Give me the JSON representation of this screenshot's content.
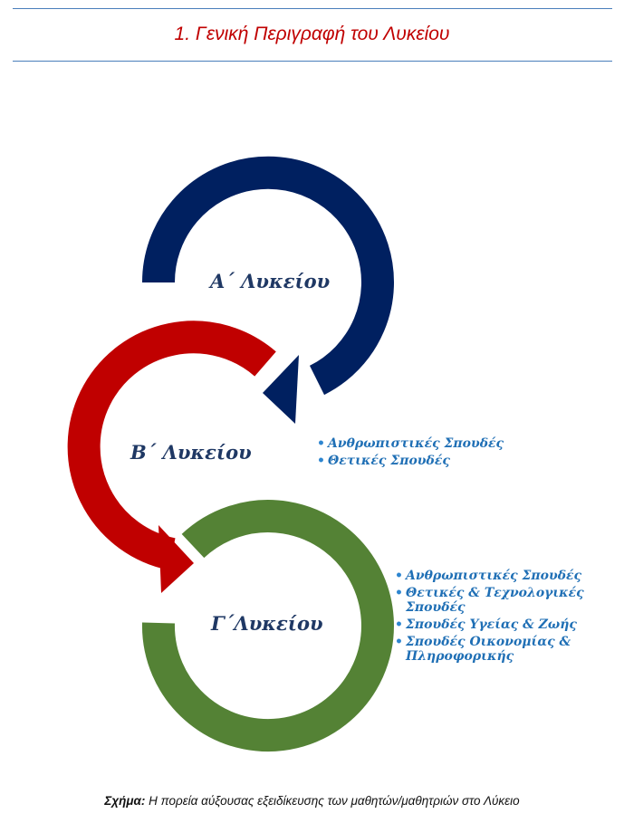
{
  "header": {
    "title": "1. Γενική Περιγραφή του Λυκείου"
  },
  "diagram": {
    "stages": [
      {
        "label": "Α΄ Λυκείου",
        "color": "#002060",
        "options": []
      },
      {
        "label": "Β΄ Λυκείου",
        "color": "#c00000",
        "options": [
          "Ανθρωπιστικές Σπουδές",
          "Θετικές Σπουδές"
        ]
      },
      {
        "label": "Γ΄Λυκείου",
        "color": "#548235",
        "options": [
          "Ανθρωπιστικές Σπουδές",
          "Θετικές & Τεχνολογικές Σπουδές",
          "Σπουδές Υγείας & Ζωής",
          "Σπουδές Οικονομίας & Πληροφορικής"
        ]
      }
    ],
    "text_color": "#1f3864",
    "option_color": "#1f6fb5"
  },
  "caption": {
    "label": "Σχήμα:",
    "text": " Η πορεία αύξουσας εξειδίκευσης των μαθητών/μαθητριών στο Λύκειο"
  }
}
